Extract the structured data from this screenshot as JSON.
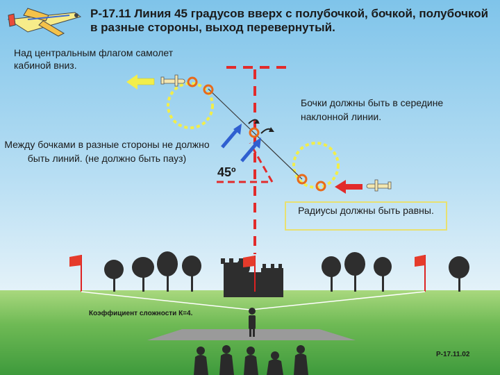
{
  "title": "Р-17.11 Линия 45 градусов вверх с полубочкой, бочкой, полубочкой в разные стороны, выход перевернутый.",
  "note_center": "Над центральным флагом самолет кабиной вниз.",
  "note_rolls": "Бочки должны быть в середине наклонной линии.",
  "note_between": "Между бочками в разные стороны не должно быть линий. (не должно быть пауз)",
  "angle_label": "45º",
  "note_radius": "Радиусы должны быть равны.",
  "coefficient": "Коэффициент сложности К=4.",
  "figure_code": "Р-17.11.02",
  "colors": {
    "sky": "#9dd0ec",
    "grass": "#6fba55",
    "red": "#e22b2b",
    "yellow": "#f2ee4a",
    "blue_arrow": "#2f5fd0",
    "orange_marker": "#e86a1a"
  },
  "icons": [
    "airplane-icon",
    "flag-icon",
    "tree-icon",
    "castle-icon",
    "pilot-icon",
    "judge-icon"
  ]
}
